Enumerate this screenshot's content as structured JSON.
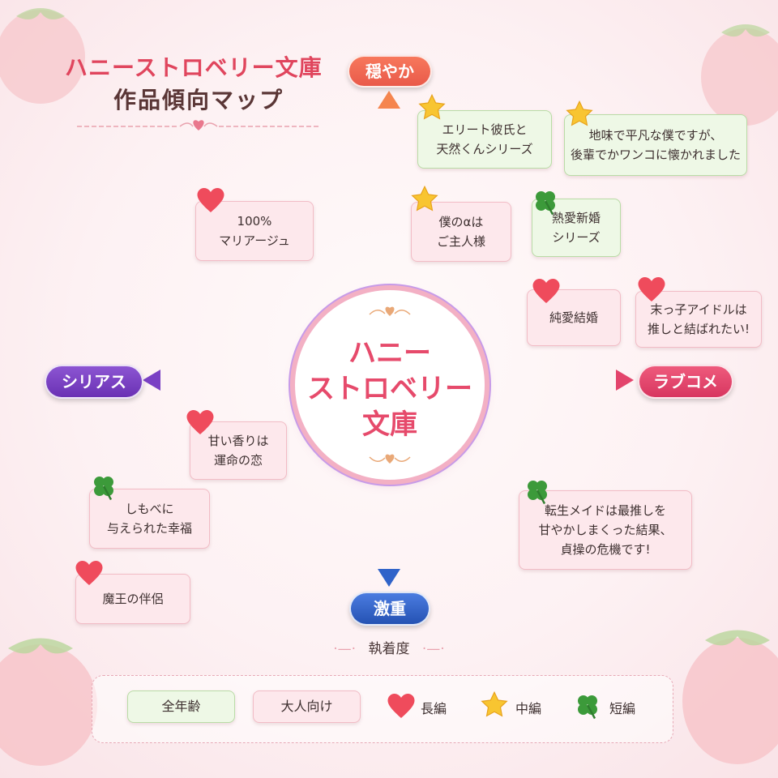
{
  "title": {
    "line1": "ハニーストロベリー文庫",
    "line2": "作品傾向マップ"
  },
  "center": {
    "lines": [
      "ハニー",
      "ストロベリー",
      "文庫"
    ]
  },
  "axes": {
    "top": "穏やか",
    "bottom": "激重",
    "left": "シリアス",
    "right": "ラブコメ",
    "bottom_caption": "執着度"
  },
  "works": [
    {
      "lines": [
        "エリート彼氏と",
        "天然くんシリーズ"
      ],
      "rating": "全年齢",
      "length": "中編"
    },
    {
      "lines": [
        "地味で平凡な僕ですが、",
        "後輩でかワンコに懐かれました"
      ],
      "rating": "全年齢",
      "length": "中編"
    },
    {
      "lines": [
        "100%",
        "マリアージュ"
      ],
      "rating": "大人向け",
      "length": "長編"
    },
    {
      "lines": [
        "僕のαは",
        "ご主人様"
      ],
      "rating": "大人向け",
      "length": "中編"
    },
    {
      "lines": [
        "熱愛新婚",
        "シリーズ"
      ],
      "rating": "全年齢",
      "length": "短編"
    },
    {
      "lines": [
        "純愛結婚"
      ],
      "rating": "大人向け",
      "length": "長編"
    },
    {
      "lines": [
        "末っ子アイドルは",
        "推しと結ばれたい!"
      ],
      "rating": "大人向け",
      "length": "長編"
    },
    {
      "lines": [
        "甘い香りは",
        "運命の恋"
      ],
      "rating": "大人向け",
      "length": "長編"
    },
    {
      "lines": [
        "しもべに",
        "与えられた幸福"
      ],
      "rating": "大人向け",
      "length": "短編"
    },
    {
      "lines": [
        "魔王の伴侶"
      ],
      "rating": "大人向け",
      "length": "長編"
    },
    {
      "lines": [
        "転生メイドは最推しを",
        "甘やかしまくった結果、",
        "貞操の危機です!"
      ],
      "rating": "大人向け",
      "length": "短編"
    }
  ],
  "legend": {
    "all_ages": "全年齢",
    "adult": "大人向け",
    "long": "長編",
    "medium": "中編",
    "short": "短編"
  },
  "colors": {
    "all_ages_bg": "#eef8e6",
    "adult_bg": "#fde8ec",
    "top_axis": "#f2735b",
    "bottom_axis": "#2f5fbf",
    "left_axis": "#7b3fc0",
    "right_axis": "#e2456a"
  }
}
